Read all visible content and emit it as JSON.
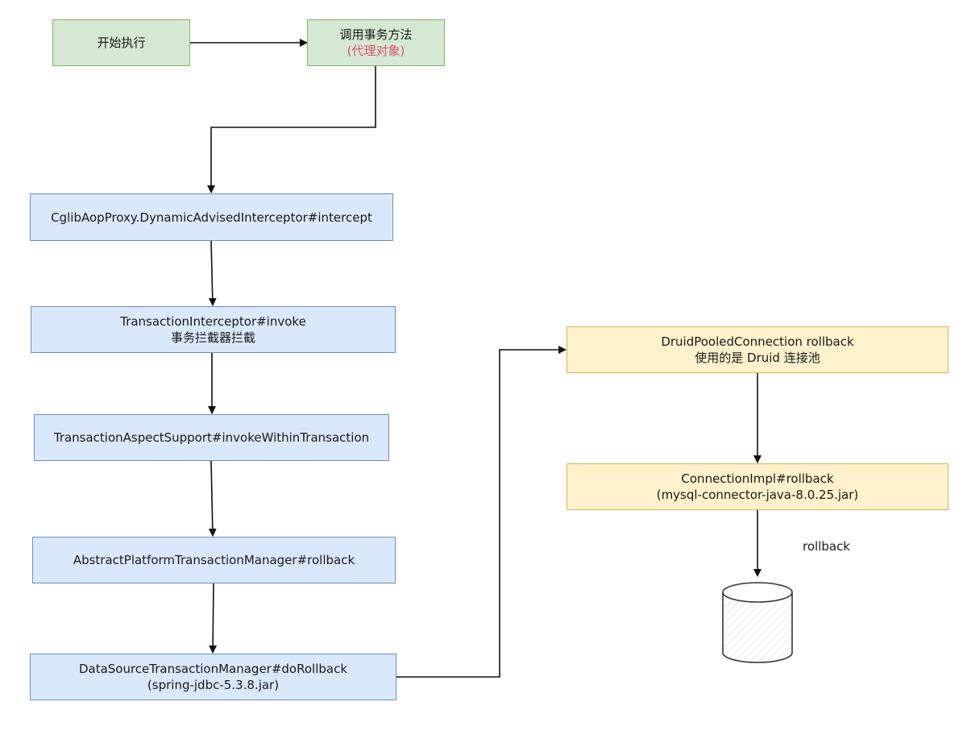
{
  "nodes": {
    "start": {
      "line1": "开始执行"
    },
    "call": {
      "line1": "调用事务方法",
      "line2": "(代理对象)"
    },
    "cglib": {
      "line1": "CglibAopProxy.DynamicAdvisedInterceptor#intercept"
    },
    "tx_interceptor": {
      "line1": "TransactionInterceptor#invoke",
      "line2": "事务拦截器拦截"
    },
    "aspect_support": {
      "line1": "TransactionAspectSupport#invokeWithinTransaction"
    },
    "abstract_ptm": {
      "line1": "AbstractPlatformTransactionManager#rollback"
    },
    "ds_tm": {
      "line1": "DataSourceTransactionManager#doRollback",
      "line2": "(spring-jdbc-5.3.8.jar)"
    },
    "druid": {
      "line1": "DruidPooledConnection rollback",
      "line2": "使用的是 Druid 连接池"
    },
    "connection_impl": {
      "line1": "ConnectionImpl#rollback",
      "line2": "(mysql-connector-java-8.0.25.jar)"
    }
  },
  "edge_labels": {
    "rollback": "rollback"
  },
  "colors": {
    "blue_fill": "#dae8fc",
    "blue_stroke": "#6c8ebf",
    "green_fill": "#d5e8d4",
    "green_stroke": "#82b366",
    "yellow_fill": "#fff2cc",
    "yellow_stroke": "#d6b656",
    "highlight_text": "#e0506a"
  }
}
